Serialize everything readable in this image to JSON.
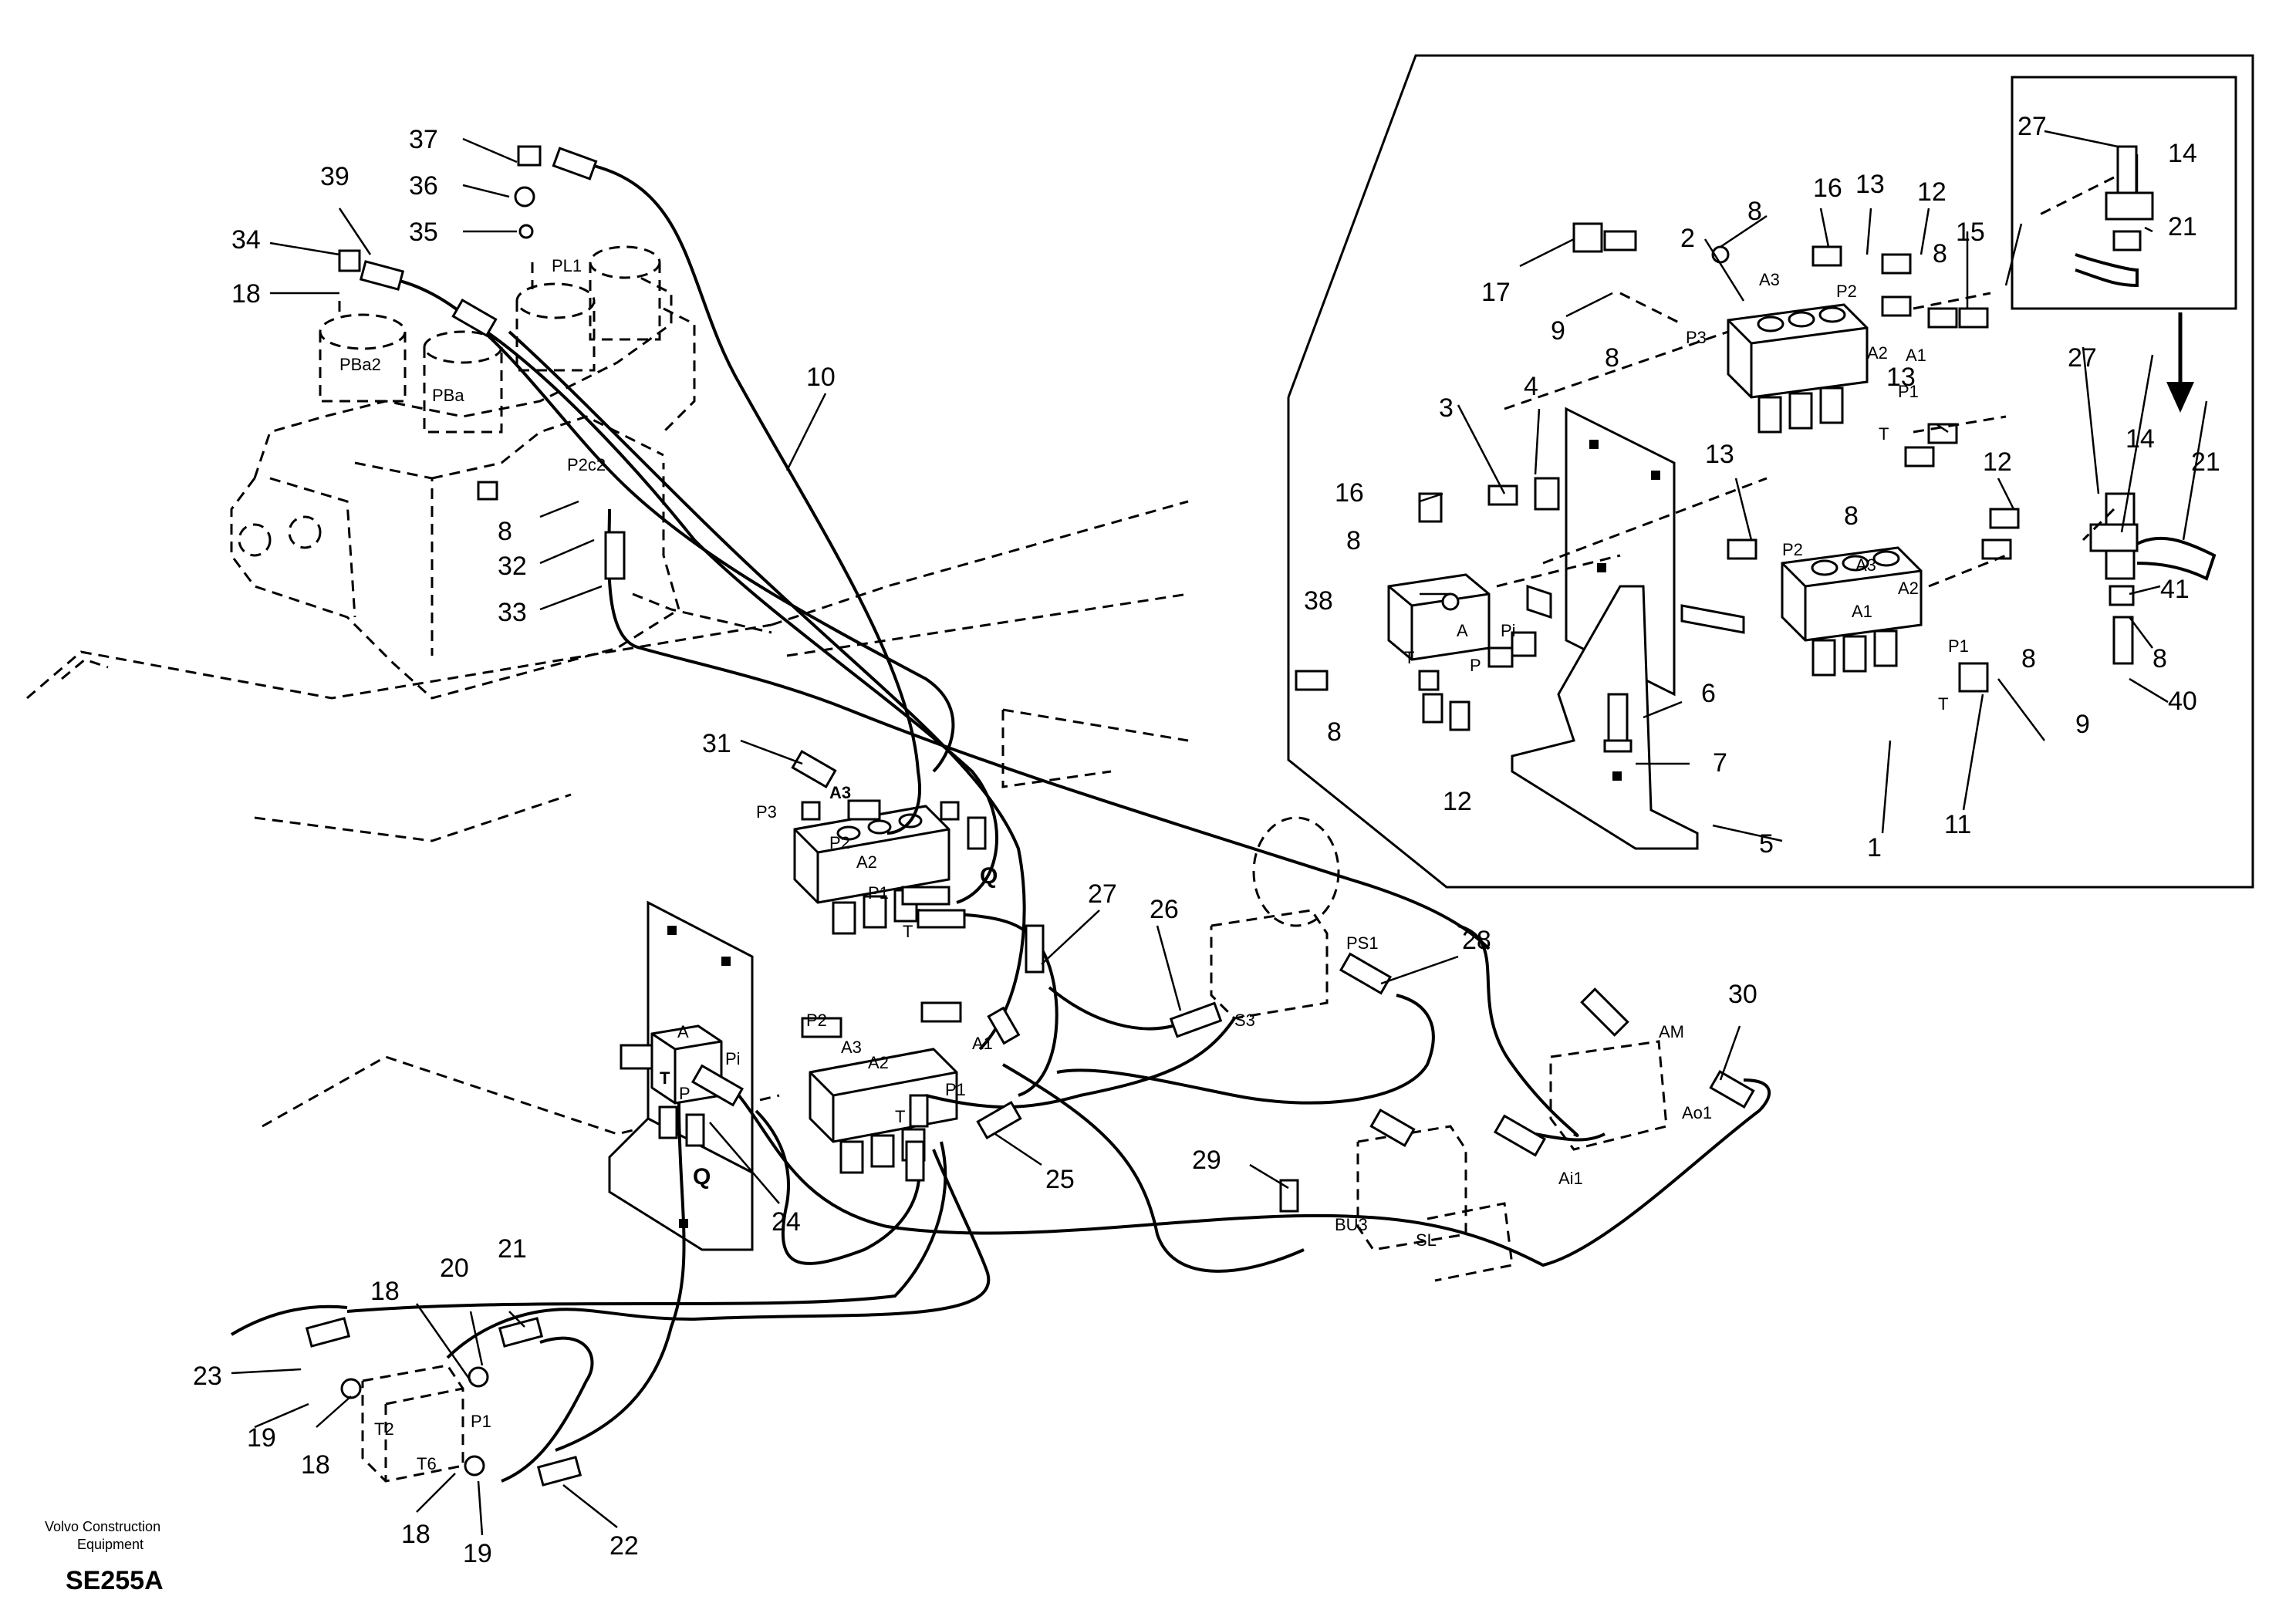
{
  "company": "Volvo Construction\nEquipment",
  "company_line1": "Volvo Construction",
  "company_line2": "Equipment",
  "drawing_code": "SE255A",
  "callouts": [
    "1",
    "2",
    "3",
    "4",
    "5",
    "6",
    "7",
    "8",
    "9",
    "10",
    "11",
    "12",
    "13",
    "14",
    "15",
    "16",
    "17",
    "18",
    "19",
    "20",
    "21",
    "22",
    "23",
    "24",
    "25",
    "26",
    "27",
    "28",
    "29",
    "30",
    "31",
    "32",
    "33",
    "34",
    "35",
    "36",
    "37",
    "38",
    "39",
    "40",
    "41"
  ],
  "port_labels": {
    "pl1": "PL1",
    "pba2": "PBa2",
    "pba": "PBa",
    "p2c2": "P2c2",
    "a3": "A3",
    "p3": "P3",
    "p2": "P2",
    "a2": "A2",
    "p1": "P1",
    "t": "T",
    "a1": "A1",
    "q": "Q",
    "a": "A",
    "p": "P",
    "pi": "Pi",
    "ps1": "PS1",
    "s3": "S3",
    "am": "AM",
    "ao1": "Ao1",
    "ai1": "Ai1",
    "bu3": "BU3",
    "sl": "SL",
    "t2": "T2",
    "t6": "T6"
  }
}
